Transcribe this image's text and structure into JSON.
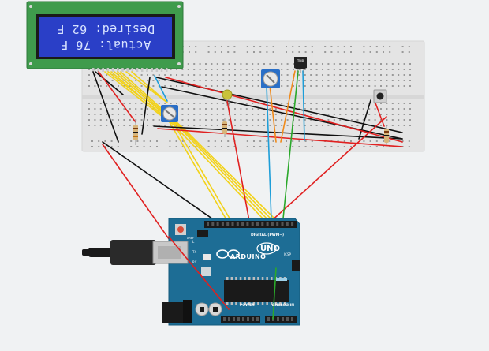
{
  "lcd": {
    "line1": "Actual: 76 F",
    "line2": "Desired: 62 F"
  },
  "sensor": {
    "label": "TMP"
  },
  "arduino": {
    "brand": "ARDUINO",
    "model": "UNO",
    "digital_label": "DIGITAL (PWM~)",
    "power_label": "POWER",
    "analog_label": "ANALOG IN",
    "tx_label": "TX",
    "rx_label": "RX",
    "l_label": "L",
    "icsp_label": "ICSP",
    "aref_label": "AREF"
  },
  "colors": {
    "background": "#f0f2f3",
    "breadboard": "#e4e4e4",
    "lcd_board": "#3f9b4c",
    "lcd_screen": "#2a3fc7",
    "arduino_board": "#1d6d95",
    "wire_red": "#e02020",
    "wire_black": "#101010",
    "wire_yellow": "#f2d21a",
    "wire_blue": "#1e9ed8",
    "wire_green": "#2aa82a",
    "wire_orange": "#f08a1a"
  }
}
